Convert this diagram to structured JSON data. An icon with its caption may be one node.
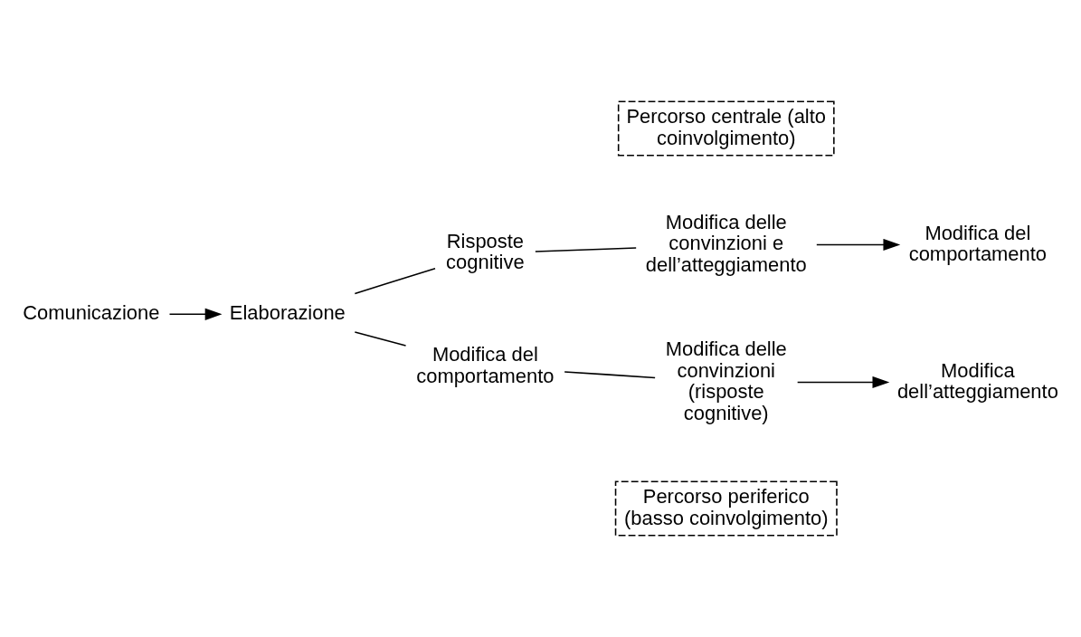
{
  "diagram": {
    "nodes": [
      {
        "text": [
          "Comunicazione"
        ]
      },
      {
        "text": [
          "Elaborazione"
        ]
      },
      {
        "text": [
          "Risposte cognitive"
        ]
      },
      {
        "text": [
          "Modifica delle convinzioni e dell’atteggiamento"
        ]
      },
      {
        "text": [
          "Modifica del comportamento"
        ]
      },
      {
        "text": [
          "Modifica del comportamento"
        ]
      },
      {
        "text": [
          "Modifica delle convinzioni (risposte cognitive)"
        ]
      },
      {
        "text": [
          "Modifica dell’atteggiamento"
        ]
      }
    ],
    "edges": [
      {
        "from": 0,
        "to": 1,
        "arrow": "to"
      },
      {
        "from": 1,
        "to": 2,
        "arrow": "none"
      },
      {
        "from": 2,
        "to": 3,
        "arrow": "none"
      },
      {
        "from": 3,
        "to": 4,
        "arrow": "to"
      },
      {
        "from": 1,
        "to": 5,
        "arrow": "none"
      },
      {
        "from": 5,
        "to": 6,
        "arrow": "none"
      },
      {
        "from": 6,
        "to": 7,
        "arrow": "to"
      }
    ],
    "labels": [
      "Percorso centrale (alto coinvolgimento)",
      "Percorso periferico (basso coinvolgimento)"
    ]
  }
}
